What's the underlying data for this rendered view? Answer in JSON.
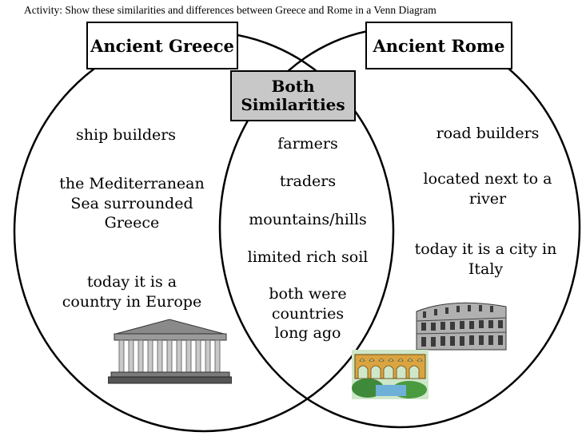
{
  "activity": "Activity:  Show these similarities and differences between Greece and Rome in a Venn Diagram",
  "labels": {
    "greece": "Ancient Greece",
    "rome": "Ancient Rome",
    "both_line1": "Both",
    "both_line2": "Similarities"
  },
  "greece_items": [
    "ship builders",
    "the Mediterranean",
    "Sea surrounded",
    "Greece",
    "today it is a",
    "country in Europe"
  ],
  "both_items": [
    "farmers",
    "traders",
    "mountains/hills",
    "limited rich soil",
    "both were",
    "countries",
    "long ago"
  ],
  "rome_items": [
    "road builders",
    "located next to a",
    "river",
    "today it is a city in",
    "Italy"
  ],
  "icons": [
    "parthenon-icon",
    "colosseum-icon",
    "aqueduct-icon"
  ]
}
